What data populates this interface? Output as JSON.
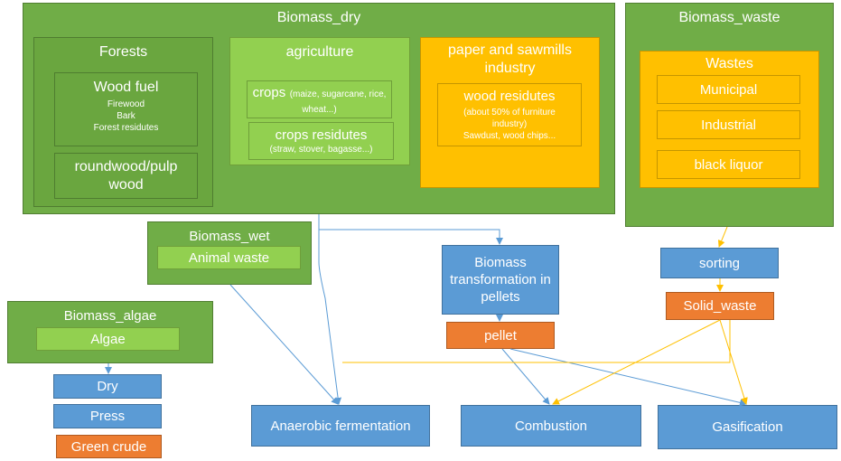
{
  "biomass_dry": {
    "title": "Biomass_dry",
    "forests": {
      "title": "Forests",
      "wood_fuel": {
        "title": "Wood fuel",
        "items": [
          "Firewood",
          "Bark",
          "Forest residutes"
        ]
      },
      "roundwood": "roundwood/pulp wood"
    },
    "agriculture": {
      "title": "agriculture",
      "crops": {
        "title": "crops",
        "detail": "(maize, sugarcane, rice, wheat...)"
      },
      "crops_residues": {
        "title": "crops residutes",
        "detail": "(straw, stover, bagasse...)"
      }
    },
    "paper": {
      "title": "paper and sawmills industry",
      "wood_residues": {
        "title": "wood residutes",
        "detail": "(about 50% of furniture industry)",
        "detail2": "Sawdust, wood chips..."
      }
    }
  },
  "biomass_waste": {
    "title": "Biomass_waste",
    "wastes": {
      "title": "Wastes",
      "items": [
        "Municipal",
        "Industrial",
        "black liquor"
      ]
    }
  },
  "biomass_wet": {
    "title": "Biomass_wet",
    "item": "Animal waste"
  },
  "biomass_algae": {
    "title": "Biomass_algae",
    "item": "Algae"
  },
  "process": {
    "pellets": "Biomass transformation in pellets",
    "pellet": "pellet",
    "sorting": "sorting",
    "solid_waste": "Solid_waste",
    "dry": "Dry",
    "press": "Press",
    "green_crude": "Green crude",
    "anaerobic": "Anaerobic fermentation",
    "combustion": "Combustion",
    "gasification": "Gasification"
  },
  "colors": {
    "dark_green": "#70ad47",
    "light_green": "#92d050",
    "yellow": "#ffc000",
    "blue": "#5b9bd5",
    "orange": "#ed7d31"
  }
}
